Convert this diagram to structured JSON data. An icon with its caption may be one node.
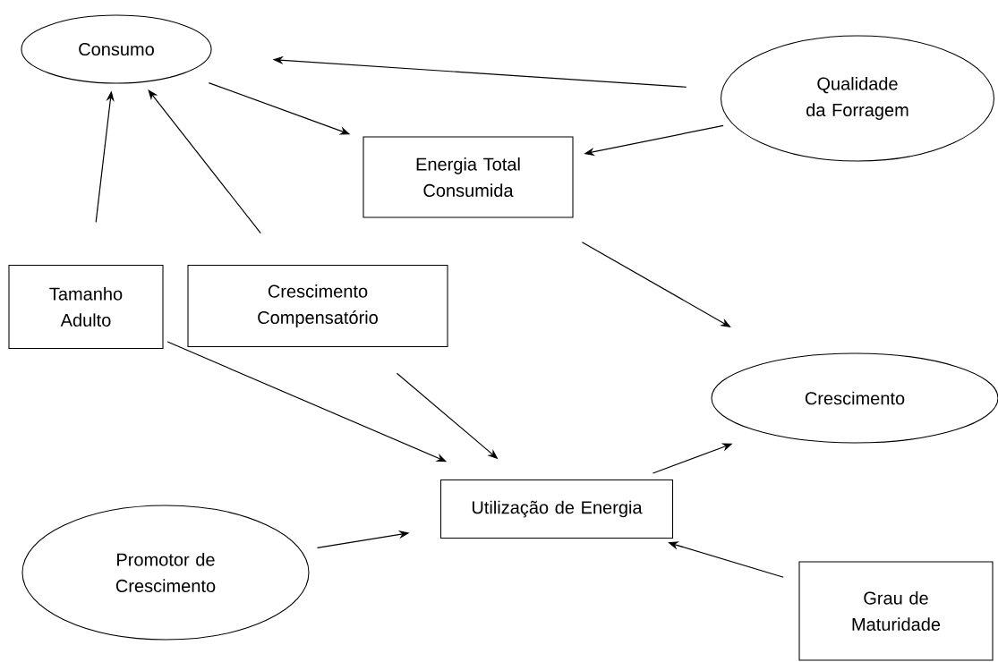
{
  "diagram": {
    "nodes": [
      {
        "text": [
          "Consumo"
        ]
      },
      {
        "text": [
          "Qualidade da Forragem"
        ]
      },
      {
        "text": [
          "Energia Total Consumida"
        ]
      },
      {
        "text": [
          "Tamanho Adulto"
        ]
      },
      {
        "text": [
          "Crescimento Compensatório"
        ]
      },
      {
        "text": [
          "Crescimento"
        ]
      },
      {
        "text": [
          "Utilização de Energia"
        ]
      },
      {
        "text": [
          "Promotor de Crescimento"
        ]
      },
      {
        "text": [
          "Grau de Maturidade"
        ]
      }
    ],
    "edges": [
      {
        "from": 1,
        "to": 0,
        "arrow": "to"
      },
      {
        "from": 0,
        "to": 2,
        "arrow": "to"
      },
      {
        "from": 1,
        "to": 2,
        "arrow": "to"
      },
      {
        "from": 3,
        "to": 0,
        "arrow": "to"
      },
      {
        "from": 4,
        "to": 0,
        "arrow": "to"
      },
      {
        "from": 2,
        "to": 5,
        "arrow": "to"
      },
      {
        "from": 3,
        "to": 6,
        "arrow": "to"
      },
      {
        "from": 4,
        "to": 6,
        "arrow": "to"
      },
      {
        "from": 7,
        "to": 6,
        "arrow": "to"
      },
      {
        "from": 6,
        "to": 5,
        "arrow": "to"
      },
      {
        "from": 8,
        "to": 6,
        "arrow": "to"
      }
    ]
  }
}
